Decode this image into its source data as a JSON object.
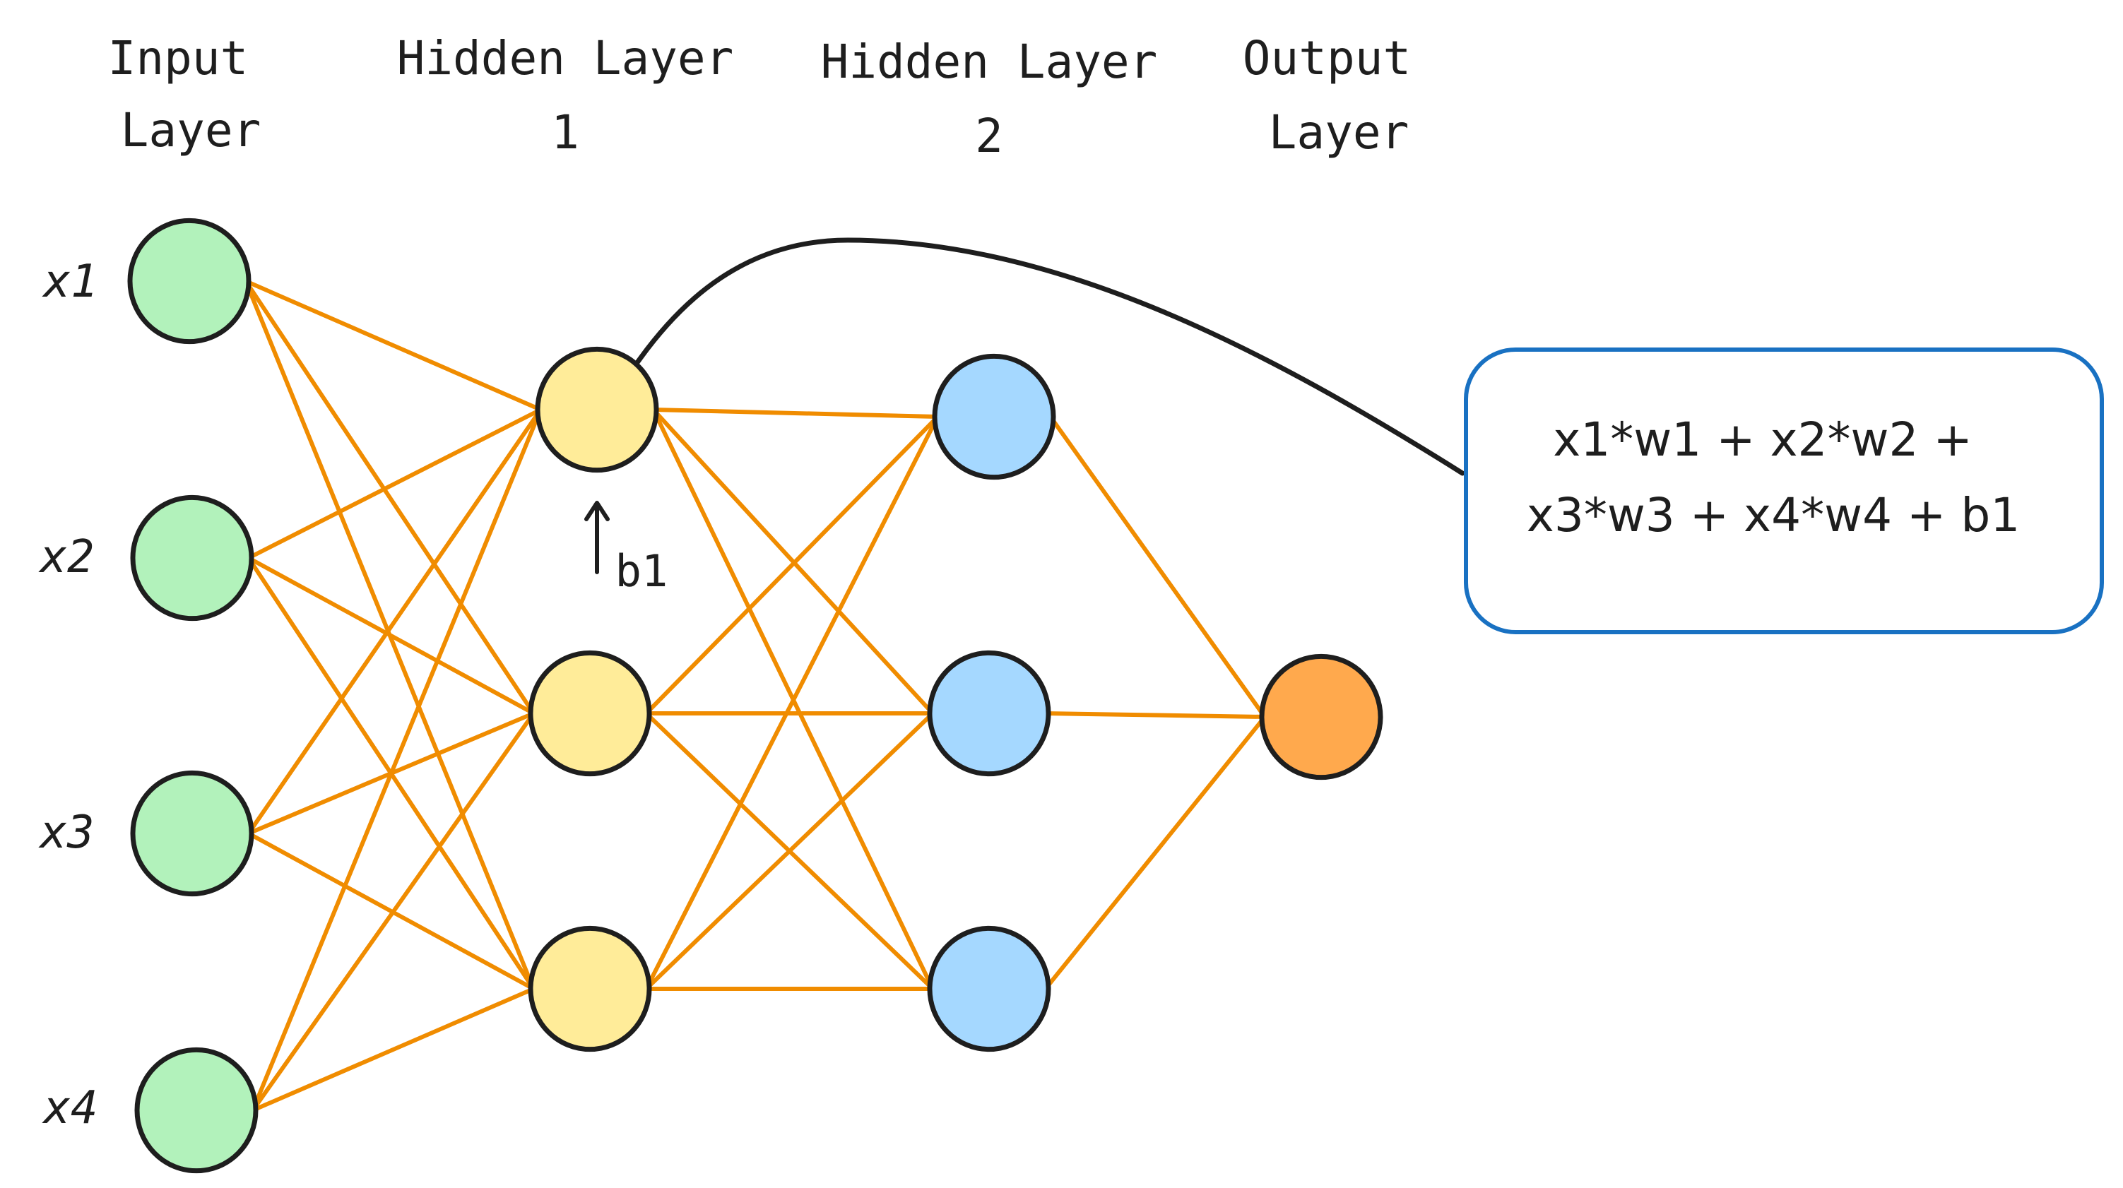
{
  "layers": [
    {
      "title": [
        "Input",
        "Layer"
      ],
      "color": "#b2f2bb",
      "nodes": 4
    },
    {
      "title": [
        "Hidden Layer",
        "1"
      ],
      "color": "#ffec99",
      "nodes": 3
    },
    {
      "title": [
        "Hidden Layer",
        "2"
      ],
      "color": "#a5d8ff",
      "nodes": 3
    },
    {
      "title": [
        "Output",
        "Layer"
      ],
      "color": "#ffa94d",
      "nodes": 1
    }
  ],
  "input_labels": [
    "x1",
    "x2",
    "x3",
    "x4"
  ],
  "bias_label": "b1",
  "formula": {
    "line1": "x1*w1 + x2*w2 +",
    "line2": "x3*w3 + x4*w4 + b1"
  },
  "colors": {
    "edge": "#f08c00",
    "stroke": "#1e1e1e",
    "formula_border": "#1971c2"
  }
}
